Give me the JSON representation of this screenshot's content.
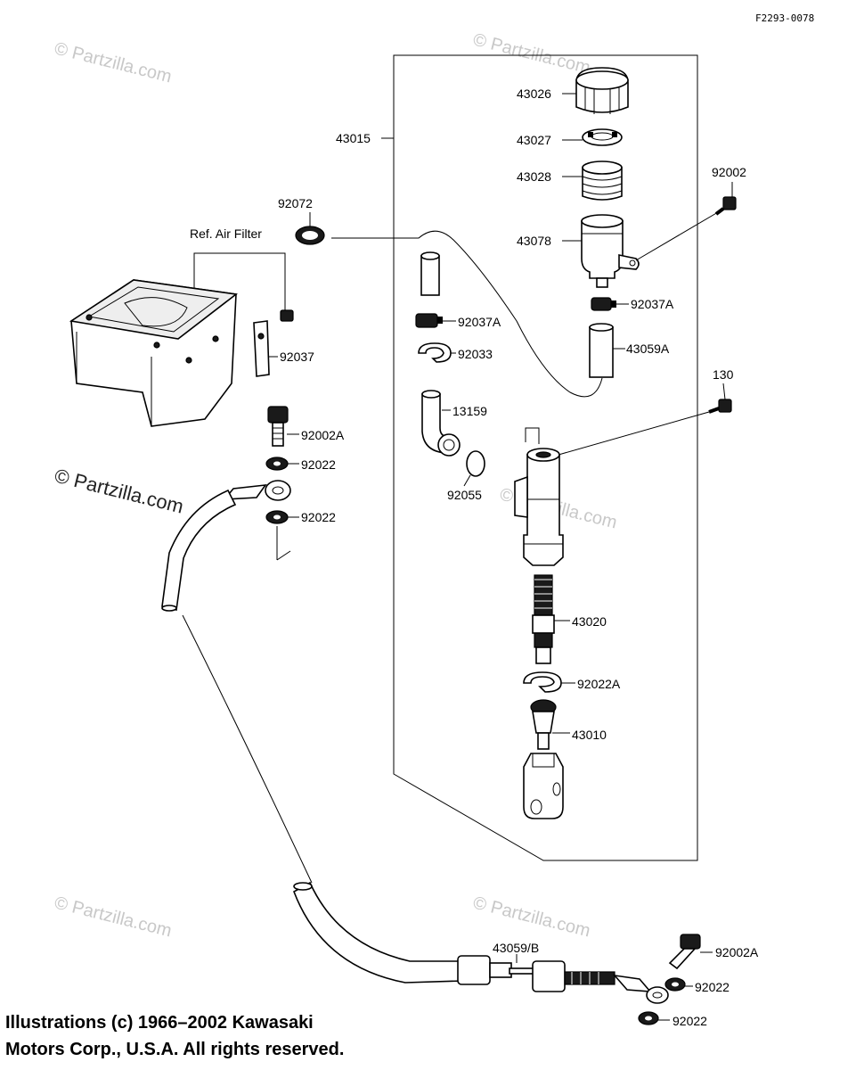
{
  "diagram_code": "F2293-0078",
  "assembly_label": "43015",
  "reference_label": "Ref. Air Filter",
  "parts": {
    "p43026": "43026",
    "p43027": "43027",
    "p43028": "43028",
    "p43078": "43078",
    "p92002": "92002",
    "p92072": "92072",
    "p92037A_left": "92037A",
    "p92037A_right": "92037A",
    "p92033": "92033",
    "p43059A": "43059A",
    "p92037": "92037",
    "p130": "130",
    "p13159": "13159",
    "p92002A_upper": "92002A",
    "p92055": "92055",
    "p92022_a": "92022",
    "p92022_b": "92022",
    "p43020": "43020",
    "p92022A": "92022A",
    "p43010": "43010",
    "p43059B": "43059/B",
    "p92002A_lower": "92002A",
    "p92022_c": "92022",
    "p92022_d": "92022"
  },
  "watermark": {
    "text": "© Partzilla.com",
    "faint_text": "© Partzilla.com"
  },
  "copyright": {
    "line1": "Illustrations (c) 1966–2002 Kawasaki",
    "line2": "Motors Corp., U.S.A.  All rights reserved."
  }
}
